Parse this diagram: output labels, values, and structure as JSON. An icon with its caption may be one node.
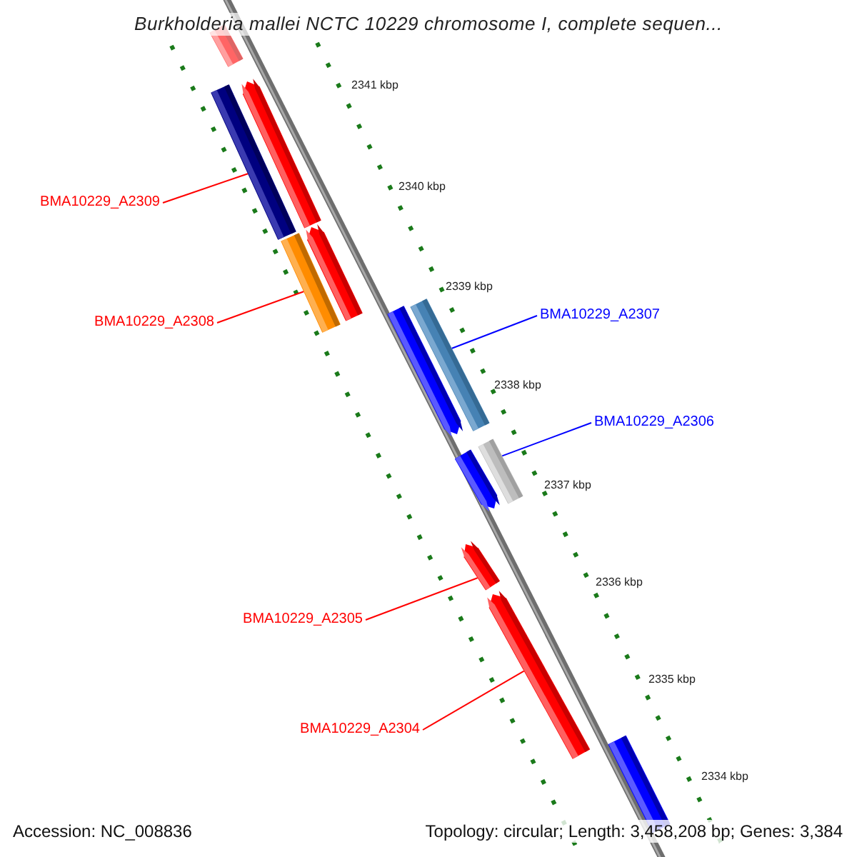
{
  "diagram": {
    "title": "Burkholderia mallei NCTC 10229 chromosome I, complete sequen...",
    "nodes": [
      {
        "text": [
          "BMA10229_A2309"
        ]
      },
      {
        "text": [],
        "shape": "bar"
      },
      {
        "text": [
          "BMA10229_A2308"
        ]
      },
      {
        "text": [],
        "shape": "bar"
      },
      {
        "text": [
          "BMA10229_A2307"
        ]
      },
      {
        "text": [],
        "shape": "bar"
      },
      {
        "text": [
          "BMA10229_A2306"
        ]
      },
      {
        "text": [],
        "shape": "bar"
      },
      {
        "text": [
          "BMA10229_A2305"
        ]
      },
      {
        "text": [],
        "shape": "arrow"
      },
      {
        "text": [
          "BMA10229_A2304"
        ]
      },
      {
        "text": [],
        "shape": "arrow"
      },
      {
        "text": [],
        "shape": "bar"
      },
      {
        "text": [],
        "shape": "arrow"
      },
      {
        "text": [],
        "shape": "arrow"
      },
      {
        "text": [],
        "shape": "arrow"
      },
      {
        "text": [],
        "shape": "arrow"
      },
      {
        "text": [],
        "shape": "bar"
      }
    ],
    "edges": [
      {
        "from": 0,
        "to": 1,
        "arrow": "none"
      },
      {
        "from": 2,
        "to": 3,
        "arrow": "none"
      },
      {
        "from": 4,
        "to": 5,
        "arrow": "none",
        "color": "#0000ff"
      },
      {
        "from": 6,
        "to": 7,
        "arrow": "none",
        "color": "#0000ff"
      },
      {
        "from": 8,
        "to": 9,
        "arrow": "none"
      },
      {
        "from": 10,
        "to": 11,
        "arrow": "none"
      }
    ],
    "labels": [
      "2341 kbp",
      "2340 kbp",
      "2339 kbp",
      "2338 kbp",
      "2337 kbp",
      "2336 kbp",
      "2335 kbp",
      "2334 kbp",
      "Accession: NC_008836",
      "Topology: circular; Length: 3,458,208 bp; Genes: 3,384"
    ]
  }
}
